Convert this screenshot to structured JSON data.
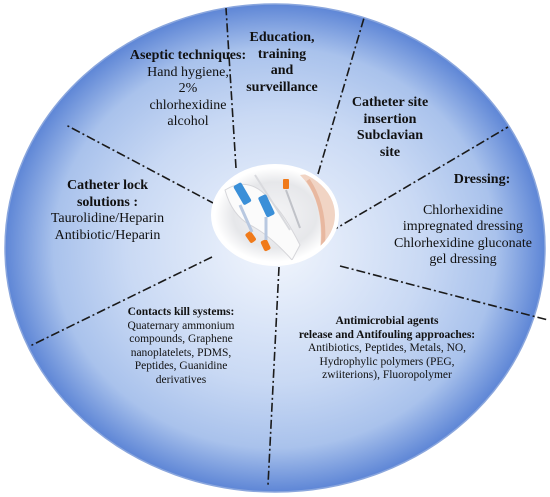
{
  "colors": {
    "gradient_inner": "#f2f6fd",
    "gradient_mid": "#a9c2ec",
    "gradient_outer": "#5e86d6",
    "border": "#8aa6dd",
    "divider": "#1a1a1a",
    "center_ring": "#ffffff"
  },
  "center_image": {
    "icon": "catheter-hub-photo-icon"
  },
  "segments": {
    "aseptic": {
      "heading": "Aseptic techniques:",
      "body": [
        "Hand hygiene,",
        "2%",
        "chlorhexidine",
        "alcohol"
      ]
    },
    "education": {
      "heading": [
        "Education,",
        "training",
        "and",
        "surveillance"
      ]
    },
    "site": {
      "heading": [
        "Catheter site",
        "insertion",
        "Subclavian",
        "site"
      ]
    },
    "dressing": {
      "heading": "Dressing:",
      "body": [
        "Chlorhexidine",
        "impregnated dressing",
        "Chlorhexidine gluconate",
        "gel dressing"
      ]
    },
    "lock": {
      "heading": [
        "Catheter lock",
        "solutions :"
      ],
      "body": [
        "Taurolidine/Heparin",
        "Antibiotic/Heparin"
      ]
    },
    "contact": {
      "heading": "Contacts kill systems:",
      "body": [
        "Quaternary ammonium",
        "compounds, Graphene",
        "nanoplatelets, PDMS,",
        "Peptides, Guanidine",
        "derivatives"
      ]
    },
    "antimicrobial": {
      "heading": [
        "Antimicrobial agents",
        "release and Antifouling approaches:"
      ],
      "body": [
        "Antibiotics, Peptides, Metals, NO,",
        "Hydrophylic polymers (PEG,",
        "zwiiterions), Fluoropolymer"
      ]
    }
  }
}
